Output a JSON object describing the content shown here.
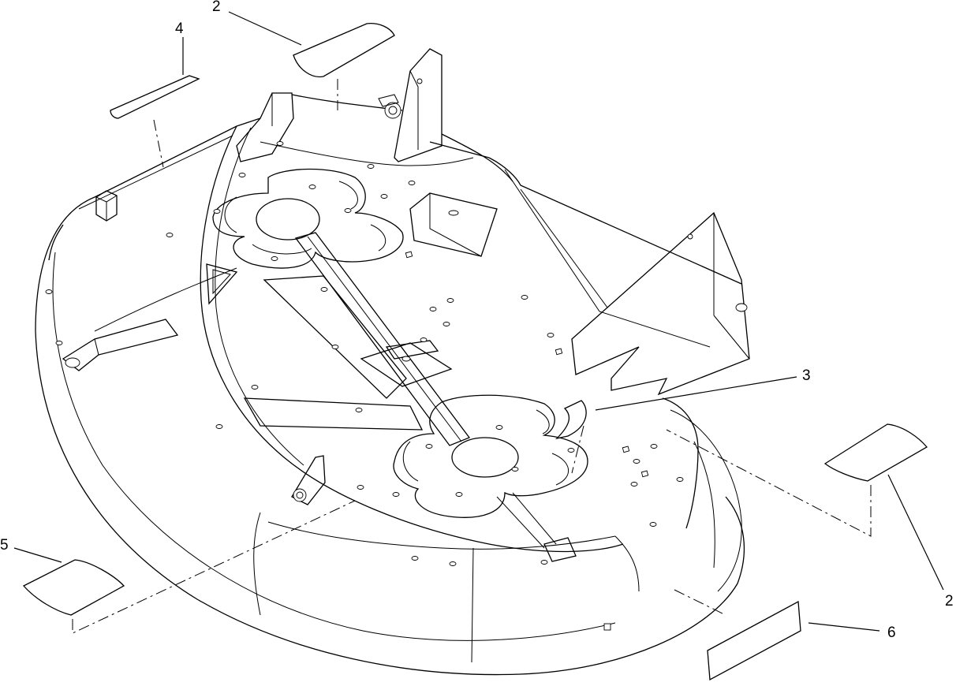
{
  "callouts": [
    {
      "id": "c2a",
      "text": "2"
    },
    {
      "id": "c4",
      "text": "4"
    },
    {
      "id": "c3",
      "text": "3"
    },
    {
      "id": "c5",
      "text": "5"
    },
    {
      "id": "c2b",
      "text": "2"
    },
    {
      "id": "c6",
      "text": "6"
    }
  ]
}
